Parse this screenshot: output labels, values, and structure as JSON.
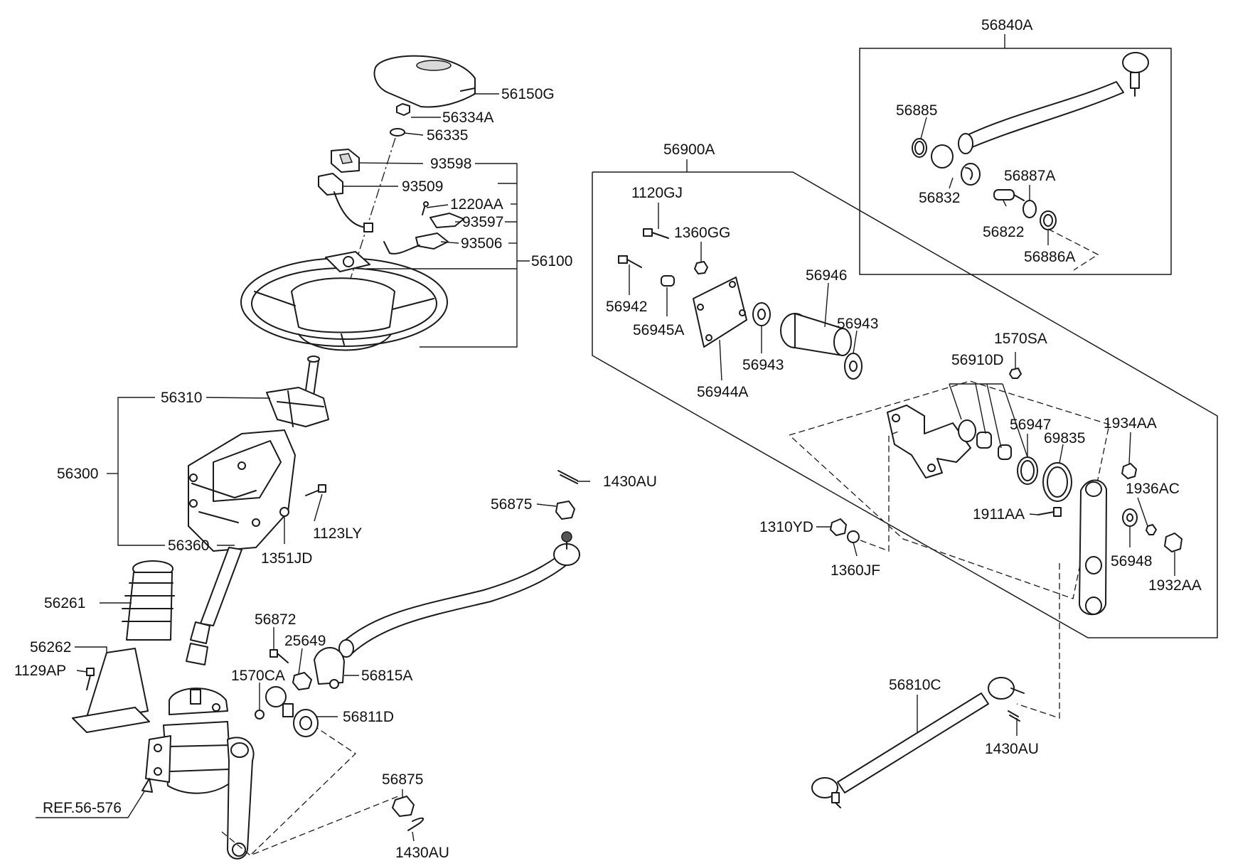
{
  "labels": {
    "p56150G": "56150G",
    "p56334A": "56334A",
    "p56335": "56335",
    "p93598": "93598",
    "p93509": "93509",
    "p1220AA": "1220AA",
    "p93597": "93597",
    "p93506": "93506",
    "p56100": "56100",
    "p56310": "56310",
    "p56300": "56300",
    "p56360": "56360",
    "p1123LY": "1123LY",
    "p1351JD": "1351JD",
    "p56261": "56261",
    "p56262": "56262",
    "p1129AP": "1129AP",
    "p56872": "56872",
    "p25649": "25649",
    "p1570CA": "1570CA",
    "p56815A": "56815A",
    "p56811D": "56811D",
    "pREF": "REF.56-576",
    "p56875a": "56875",
    "p1430AUa": "1430AU",
    "p56875b": "56875",
    "p1430AUb": "1430AU",
    "p56840A": "56840A",
    "p56885": "56885",
    "p56832": "56832",
    "p56887A": "56887A",
    "p56822": "56822",
    "p56886A": "56886A",
    "p56900A": "56900A",
    "p1120GJ": "1120GJ",
    "p1360GG": "1360GG",
    "p56942": "56942",
    "p56945A": "56945A",
    "p56946": "56946",
    "p56943a": "56943",
    "p56943b": "56943",
    "p56944A": "56944A",
    "p1570SA": "1570SA",
    "p56910D": "56910D",
    "p56947": "56947",
    "p69835": "69835",
    "p1934AA": "1934AA",
    "p1936AC": "1936AC",
    "p1911AA": "1911AA",
    "p1310YD": "1310YD",
    "p1360JF": "1360JF",
    "p56948": "56948",
    "p1932AA": "1932AA",
    "p56810C": "56810C",
    "p1430AUc": "1430AU"
  }
}
